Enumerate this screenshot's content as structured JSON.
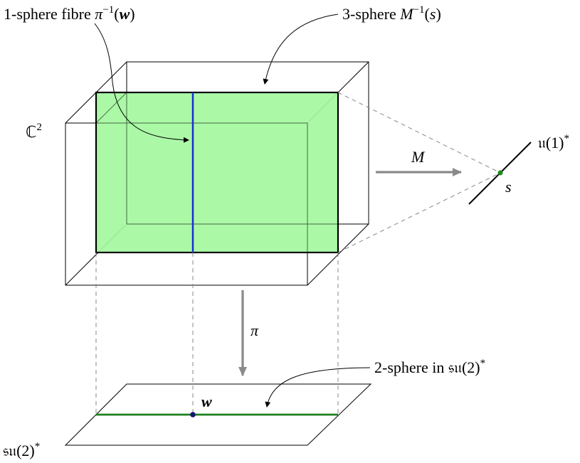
{
  "labels": {
    "fibre_prefix": "1-sphere fibre ",
    "fibre_pi": "π",
    "fibre_exp": "−1",
    "fibre_open": "(",
    "fibre_w": "w",
    "fibre_close": ")",
    "sphere3_prefix": "3-sphere ",
    "sphere3_M": "M",
    "sphere3_exp": "−1",
    "sphere3_open": "(",
    "sphere3_s": "s",
    "sphere3_close": ")",
    "c2_base": "ℂ",
    "c2_exp": "2",
    "map_M": "M",
    "u1_base": "𝔲(1)",
    "u1_star": "*",
    "point_s": "s",
    "map_pi": "π",
    "sphere2_text": "2-sphere in 𝔰𝔲(2)",
    "sphere2_star": "*",
    "point_w": "w",
    "su2_base": "𝔰𝔲(2)",
    "su2_star": "*"
  },
  "colors": {
    "slab_fill": "#a4f8a0",
    "fibre_line": "#1a2fd0",
    "equator_line": "#1d7f1d",
    "s_point": "#1a8a1a",
    "w_point": "#141470",
    "arrow_gray": "#8a8a8a"
  }
}
